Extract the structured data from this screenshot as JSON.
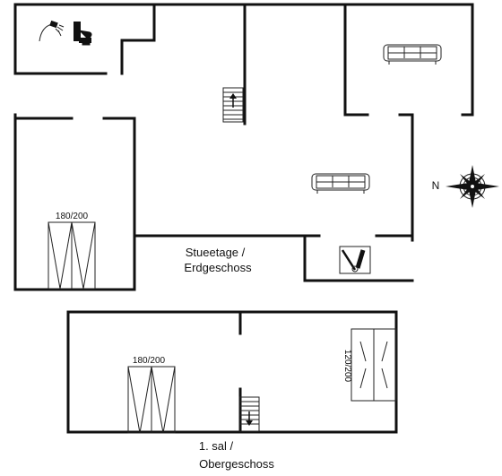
{
  "ground_floor": {
    "label_line1": "Stueetage /",
    "label_line2": "Erdgeschoss",
    "bed_size": "180/200"
  },
  "first_floor": {
    "label_line1": "1. sal /",
    "label_line2": "Obergeschoss",
    "bed_size_left": "180/200",
    "bed_size_right": "120/200"
  },
  "compass": {
    "north_label": "N"
  },
  "icons": [
    "shower-icon",
    "toilet-icon",
    "stairs-up-icon",
    "stairs-down-icon",
    "sofa-icon",
    "washing-machine-icon",
    "compass-rose-icon",
    "bed-icon"
  ]
}
